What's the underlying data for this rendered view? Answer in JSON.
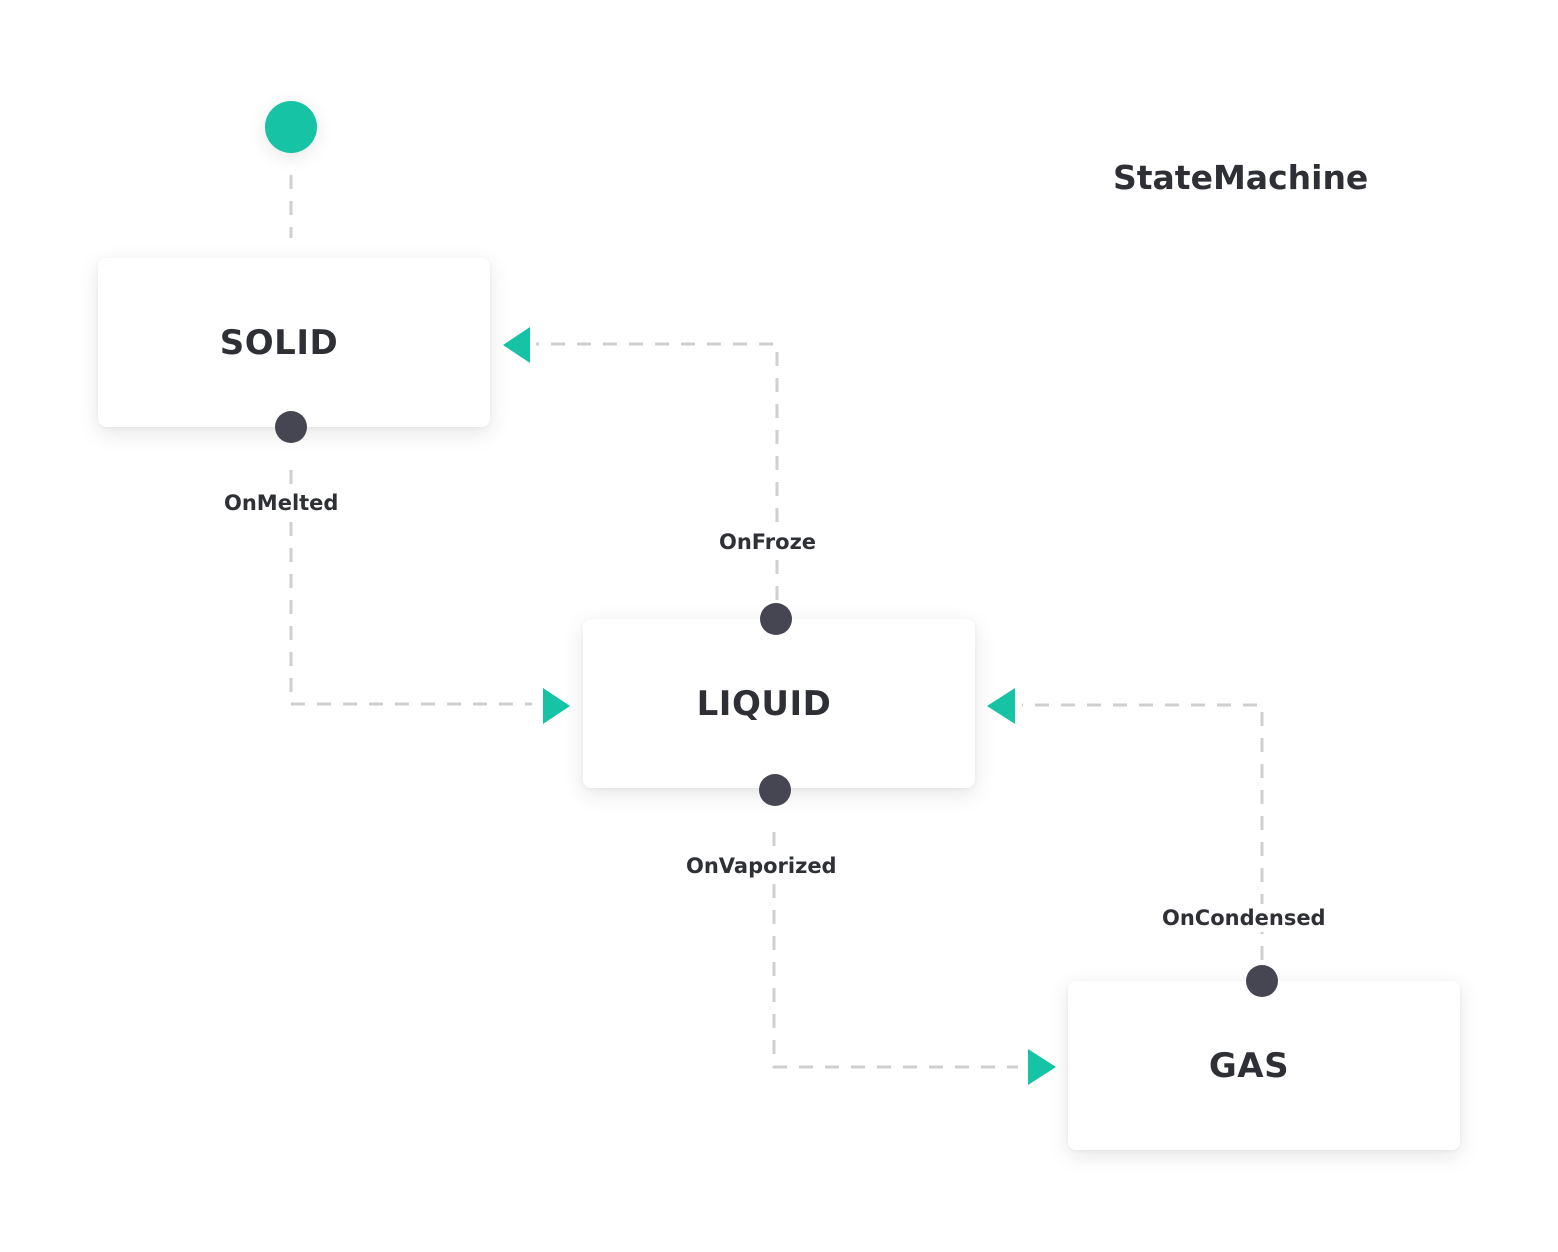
{
  "diagram": {
    "title": "StateMachine",
    "states": {
      "solid": "SOLID",
      "liquid": "LIQUID",
      "gas": "GAS"
    },
    "transitions": {
      "melted": "OnMelted",
      "froze": "OnFroze",
      "vaporized": "OnVaporized",
      "condensed": "OnCondensed"
    },
    "colors": {
      "accent": "#16c3a4",
      "port": "#454651",
      "connector": "#cfcfcf",
      "text": "#2f3035"
    }
  }
}
